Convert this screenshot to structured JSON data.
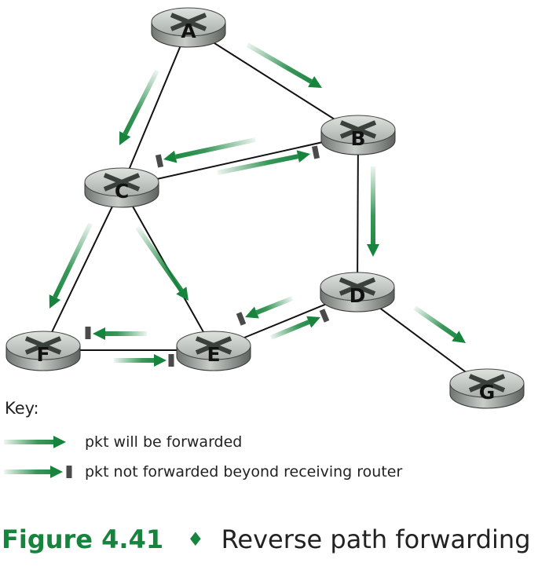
{
  "nodes": [
    {
      "id": "A",
      "label": "A"
    },
    {
      "id": "B",
      "label": "B"
    },
    {
      "id": "C",
      "label": "C"
    },
    {
      "id": "D",
      "label": "D"
    },
    {
      "id": "E",
      "label": "E"
    },
    {
      "id": "F",
      "label": "F"
    },
    {
      "id": "G",
      "label": "G"
    }
  ],
  "links": [
    [
      "A",
      "C"
    ],
    [
      "A",
      "B"
    ],
    [
      "C",
      "B"
    ],
    [
      "C",
      "F"
    ],
    [
      "C",
      "E"
    ],
    [
      "B",
      "D"
    ],
    [
      "D",
      "E"
    ],
    [
      "D",
      "G"
    ],
    [
      "F",
      "E"
    ]
  ],
  "arrows": [
    {
      "from": "A",
      "to": "C",
      "type": "forwarded"
    },
    {
      "from": "A",
      "to": "B",
      "type": "forwarded"
    },
    {
      "from": "B",
      "to": "C",
      "type": "blocked"
    },
    {
      "from": "C",
      "to": "B",
      "type": "blocked"
    },
    {
      "from": "B",
      "to": "D",
      "type": "forwarded"
    },
    {
      "from": "C",
      "to": "F",
      "type": "forwarded"
    },
    {
      "from": "C",
      "to": "E",
      "type": "forwarded"
    },
    {
      "from": "D",
      "to": "E",
      "type": "blocked"
    },
    {
      "from": "E",
      "to": "D",
      "type": "blocked"
    },
    {
      "from": "D",
      "to": "G",
      "type": "forwarded"
    },
    {
      "from": "E",
      "to": "F",
      "type": "blocked"
    },
    {
      "from": "F",
      "to": "E",
      "type": "blocked"
    }
  ],
  "colors": {
    "arrow": "#16843c",
    "block": "#4a4a4a",
    "router": "#9aa09c"
  },
  "key": {
    "title": "Key:",
    "forwarded": "pkt will be forwarded",
    "blocked": "pkt not forwarded beyond receiving router"
  },
  "caption": {
    "figure": "Figure 4.41",
    "separator": "♦",
    "title": "Reverse path forwarding"
  }
}
